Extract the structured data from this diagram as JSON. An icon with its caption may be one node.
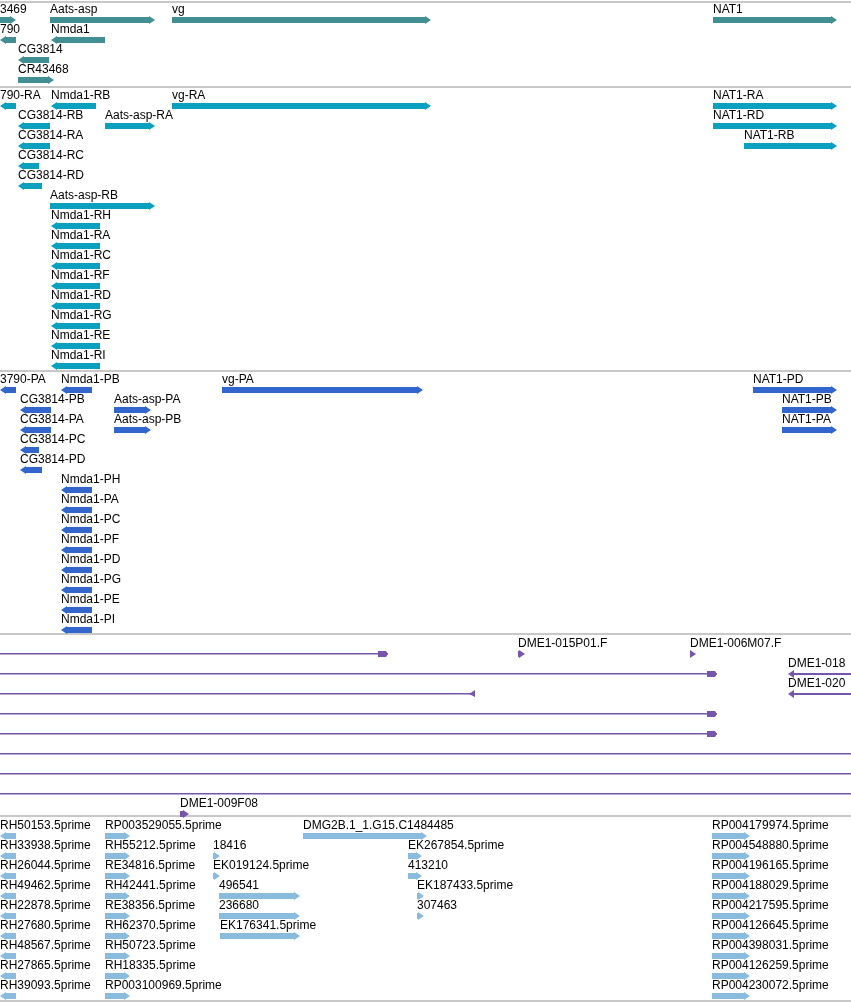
{
  "diagram": {
    "labels": [
      "3469",
      "Aats-asp",
      "vg",
      "NAT1",
      "790",
      "Nmda1",
      "CG3814",
      "CR43468",
      "790-RA",
      "Nmda1-RB",
      "vg-RA",
      "NAT1-RA",
      "CG3814-RB",
      "Aats-asp-RA",
      "NAT1-RD",
      "CG3814-RA",
      "NAT1-RB",
      "CG3814-RC",
      "CG3814-RD",
      "Aats-asp-RB",
      "Nmda1-RH",
      "Nmda1-RA",
      "Nmda1-RC",
      "Nmda1-RF",
      "Nmda1-RD",
      "Nmda1-RG",
      "Nmda1-RE",
      "Nmda1-RI",
      "3790-PA",
      "Nmda1-PB",
      "vg-PA",
      "NAT1-PD",
      "CG3814-PB",
      "Aats-asp-PA",
      "NAT1-PB",
      "CG3814-PA",
      "Aats-asp-PB",
      "NAT1-PA",
      "CG3814-PC",
      "CG3814-PD",
      "Nmda1-PH",
      "Nmda1-PA",
      "Nmda1-PC",
      "Nmda1-PF",
      "Nmda1-PD",
      "Nmda1-PG",
      "Nmda1-PE",
      "Nmda1-PI",
      "DME1-015P01.F",
      "DME1-006M07.F",
      "DME1-018",
      "DME1-020",
      "DME1-009F08",
      "RH50153.5prime",
      "RP003529055.5prime",
      "DMG2B.1_1.G15.C1484485",
      "RP004179974.5prime",
      "RH33938.5prime",
      "RH55212.5prime",
      "18416",
      "EK267854.5prime",
      "RP004548880.5prime",
      "RH26044.5prime",
      "RE34816.5prime",
      "EK019124.5prime",
      "413210",
      "RP004196165.5prime",
      "RH49462.5prime",
      "RH42441.5prime",
      "496541",
      "EK187433.5prime",
      "RP004188029.5prime",
      "RH22878.5prime",
      "RE38356.5prime",
      "236680",
      "307463",
      "RP004217595.5prime",
      "RH27680.5prime",
      "RH62370.5prime",
      "EK176341.5prime",
      "RP004126645.5prime",
      "RH48567.5prime",
      "RH50723.5prime",
      "RP004398031.5prime",
      "RH27865.5prime",
      "RH18335.5prime",
      "RP004126259.5prime",
      "RH39093.5prime",
      "RP003100969.5prime",
      "RP004230072.5prime"
    ]
  }
}
